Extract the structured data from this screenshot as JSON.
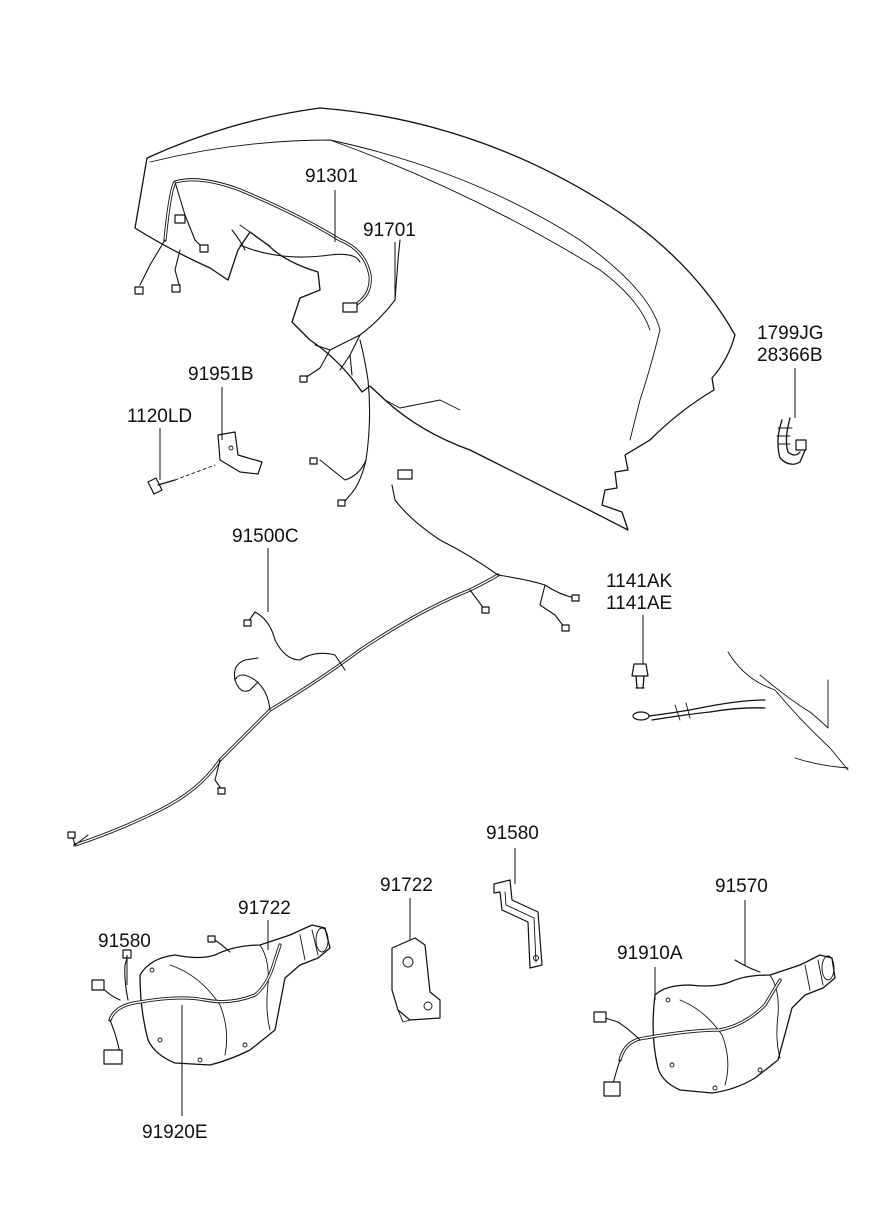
{
  "labels": {
    "l91301": "91301",
    "l91701": "91701",
    "l1799jg": "1799JG",
    "l28366b": "28366B",
    "l91951b": "91951B",
    "l1120ld": "1120LD",
    "l91500c": "91500C",
    "l1141ak": "1141AK",
    "l1141ae": "1141AE",
    "l91580a": "91580",
    "l91722a": "91722",
    "l91722b": "91722",
    "l91570": "91570",
    "l91580b": "91580",
    "l91910a": "91910A",
    "l91920e": "91920E"
  }
}
